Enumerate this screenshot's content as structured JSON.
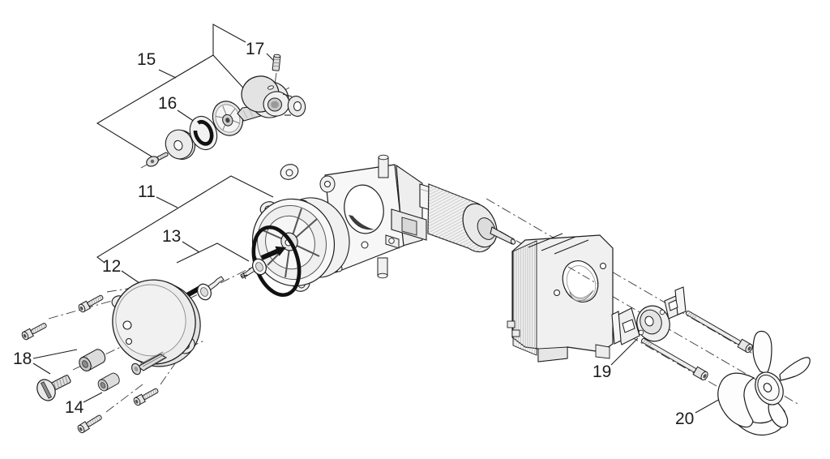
{
  "diagram": {
    "background": "#ffffff",
    "line_color": "#1c1c1c",
    "solid_black": "#111111",
    "callouts": [
      {
        "label": "11"
      },
      {
        "label": "12"
      },
      {
        "label": "13"
      },
      {
        "label": "14"
      },
      {
        "label": "15"
      },
      {
        "label": "16"
      },
      {
        "label": "17"
      },
      {
        "label": "18"
      },
      {
        "label": "19"
      },
      {
        "label": "20"
      }
    ]
  }
}
